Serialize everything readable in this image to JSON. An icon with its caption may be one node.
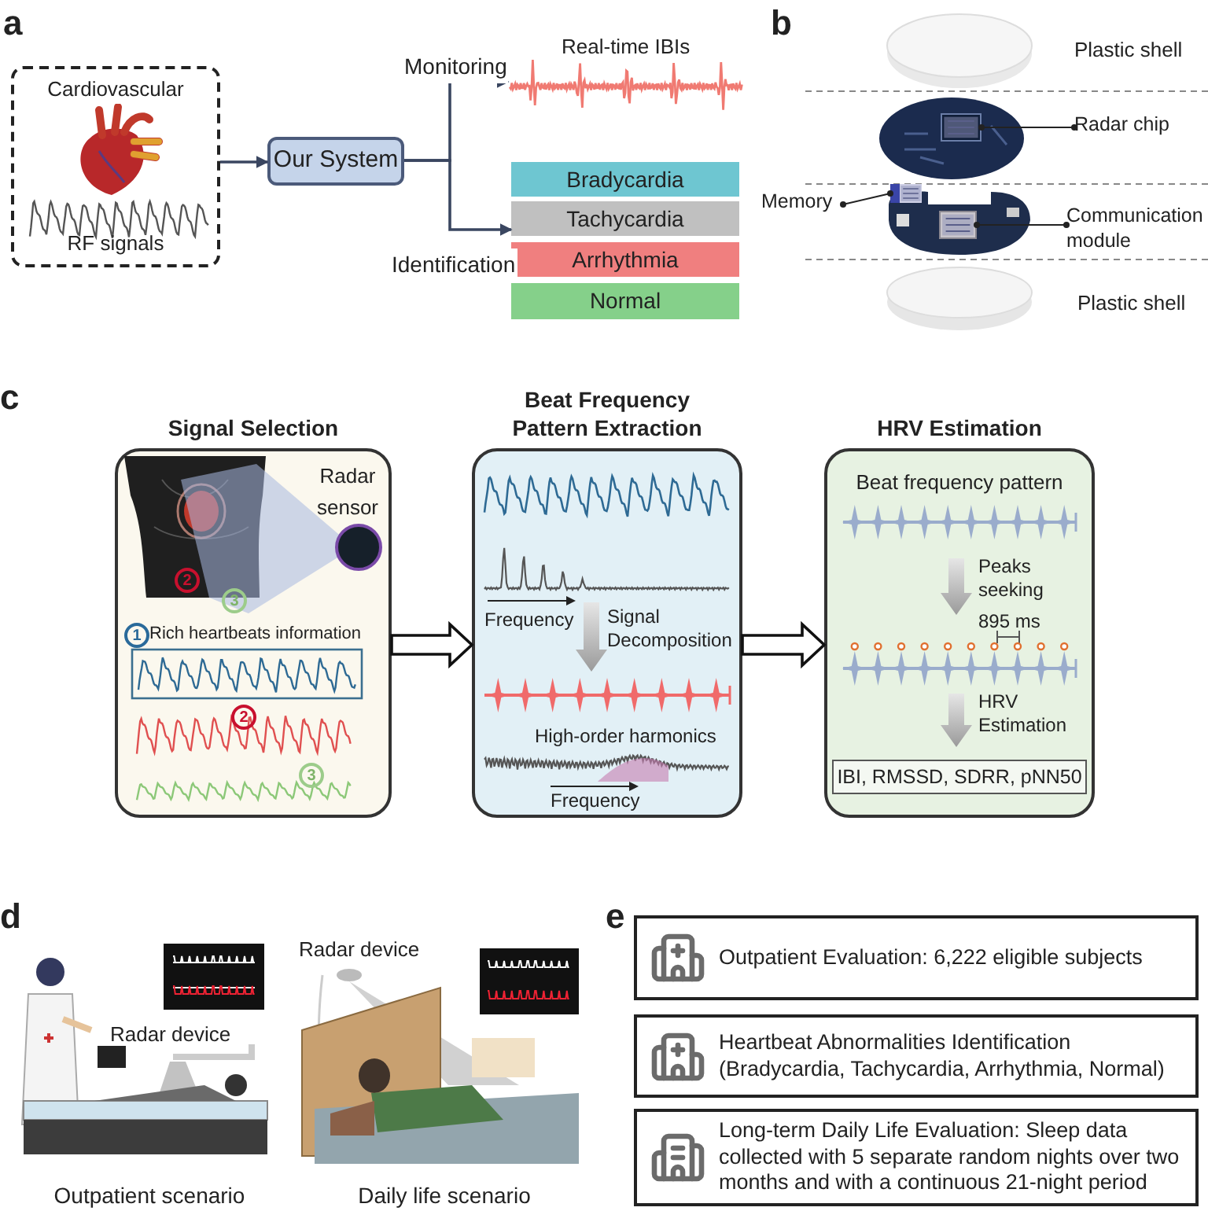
{
  "diagram": {
    "nodes": [
      {
        "text": [
          "Cardiovascular",
          "RF signals"
        ]
      },
      {
        "text": [
          "Our System"
        ]
      },
      {
        "text": [
          "Real-time IBIs"
        ]
      },
      {
        "text": [
          "Bradycardia"
        ]
      },
      {
        "text": [
          "Tachycardia"
        ]
      },
      {
        "text": [
          "Arrhythmia"
        ]
      },
      {
        "text": [
          "Normal"
        ]
      },
      {
        "text": [],
        "shape": "picture"
      },
      {
        "text": [
          "Radar chip"
        ]
      },
      {
        "text": [
          "Memory"
        ]
      },
      {
        "text": [],
        "shape": "picture"
      },
      {
        "text": [
          "Communication module"
        ]
      },
      {
        "text": [],
        "shape": "picture"
      },
      {
        "text": [
          "Signal Selection",
          "Radar sensor",
          "Rich heartbeats information"
        ]
      },
      {
        "text": [
          "Beat Frequency Pattern Extraction",
          "Frequency",
          "Signal Decomposition",
          "High-order harmonics",
          "Frequency"
        ]
      },
      {
        "text": [
          "HRV Estimation",
          "Beat frequency pattern",
          "Peaks seeking",
          "895 ms",
          "HRV Estimation"
        ]
      },
      {
        "text": [
          "IBI, RMSSD, SDRR, pNN50"
        ],
        "in": 15
      },
      {
        "text": [
          "Outpatient Evaluation: 6,222 eligible subjects"
        ]
      },
      {
        "text": [
          "Heartbeat Abnormalities Identification (Bradycardia, Tachycardia, Arrhythmia, Normal)"
        ]
      },
      {
        "text": [
          "Long-term Daily Life Evaluation: Sleep data collected with 5 separate random nights over two months and with a continuous 21-night period"
        ]
      }
    ],
    "edges": [
      {
        "from": 0,
        "to": 1,
        "arrow": "to"
      },
      {
        "from": 1,
        "to": 2,
        "arrow": "to",
        "label": "Monitoring"
      },
      {
        "from": 1,
        "to": 4,
        "arrow": "to",
        "label": "Identification"
      },
      {
        "from": 8,
        "to": 7,
        "arrow": "other"
      },
      {
        "from": 9,
        "to": 10,
        "arrow": "other"
      },
      {
        "from": 11,
        "to": 12,
        "arrow": "other"
      },
      {
        "from": 13,
        "to": 14,
        "arrow": "to",
        "style": "thick"
      },
      {
        "from": 14,
        "to": 15,
        "arrow": "to",
        "style": "thick"
      }
    ],
    "labels": [
      "a",
      "b",
      "Plastic shell",
      "Plastic shell",
      "c",
      "2",
      "3",
      "1",
      "2",
      "3",
      "d",
      "e",
      "Radar device",
      "Radar device",
      "Outpatient scenario",
      "Daily life scenario"
    ]
  }
}
